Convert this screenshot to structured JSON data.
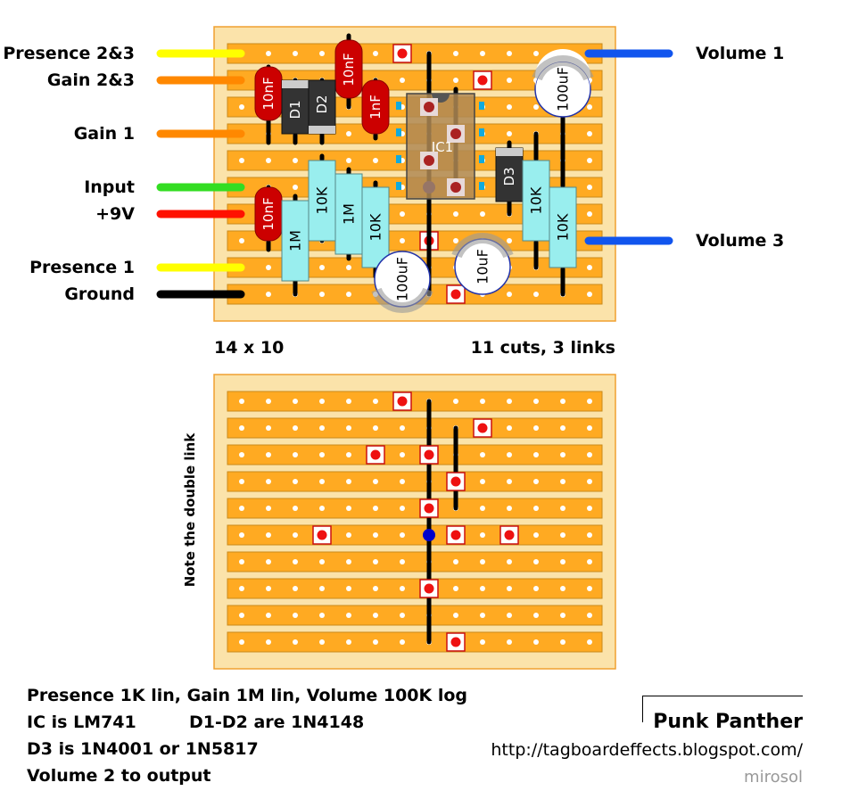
{
  "wire_labels": {
    "left": [
      "Presence 2&3",
      "Gain 2&3",
      "Gain 1",
      "Input",
      "+9V",
      "Presence 1",
      "Ground"
    ],
    "right": [
      "Volume 1",
      "Volume 3"
    ]
  },
  "wire_colors": {
    "yellow": "#ffff00",
    "orange": "#ff8800",
    "green": "#33dd22",
    "red": "#ff1100",
    "black": "#000000",
    "blue": "#1155ee"
  },
  "board": {
    "stripboard_bg": "#fbe3aa",
    "strip_color": "#ffaa22",
    "size_caption": "14 x 10",
    "cuts_caption": "11 cuts, 3 links"
  },
  "components": {
    "c1": "10nF",
    "c2": "10nF",
    "c3": "1nF",
    "c4": "10nF",
    "d1": "D1",
    "d2": "D2",
    "d3": "D3",
    "r1": "1M",
    "r2": "10K",
    "r3": "1M",
    "r4": "10K",
    "r5": "10K",
    "r6": "10K",
    "ic": "IC1",
    "e1": "100uF",
    "e2": "100uF",
    "e3": "10uF"
  },
  "double_link_note": "Note the double link",
  "notes": {
    "line1": "Presence 1K lin, Gain 1M lin, Volume 100K log",
    "line2a": "IC is LM741",
    "line2b": "D1-D2 are 1N4148",
    "line3": "D3 is 1N4001 or 1N5817",
    "line4": "Volume 2 to output"
  },
  "credit": {
    "title": "Punk Panther",
    "url": "http://tagboardeffects.blogspot.com/",
    "author": "mirosol"
  }
}
